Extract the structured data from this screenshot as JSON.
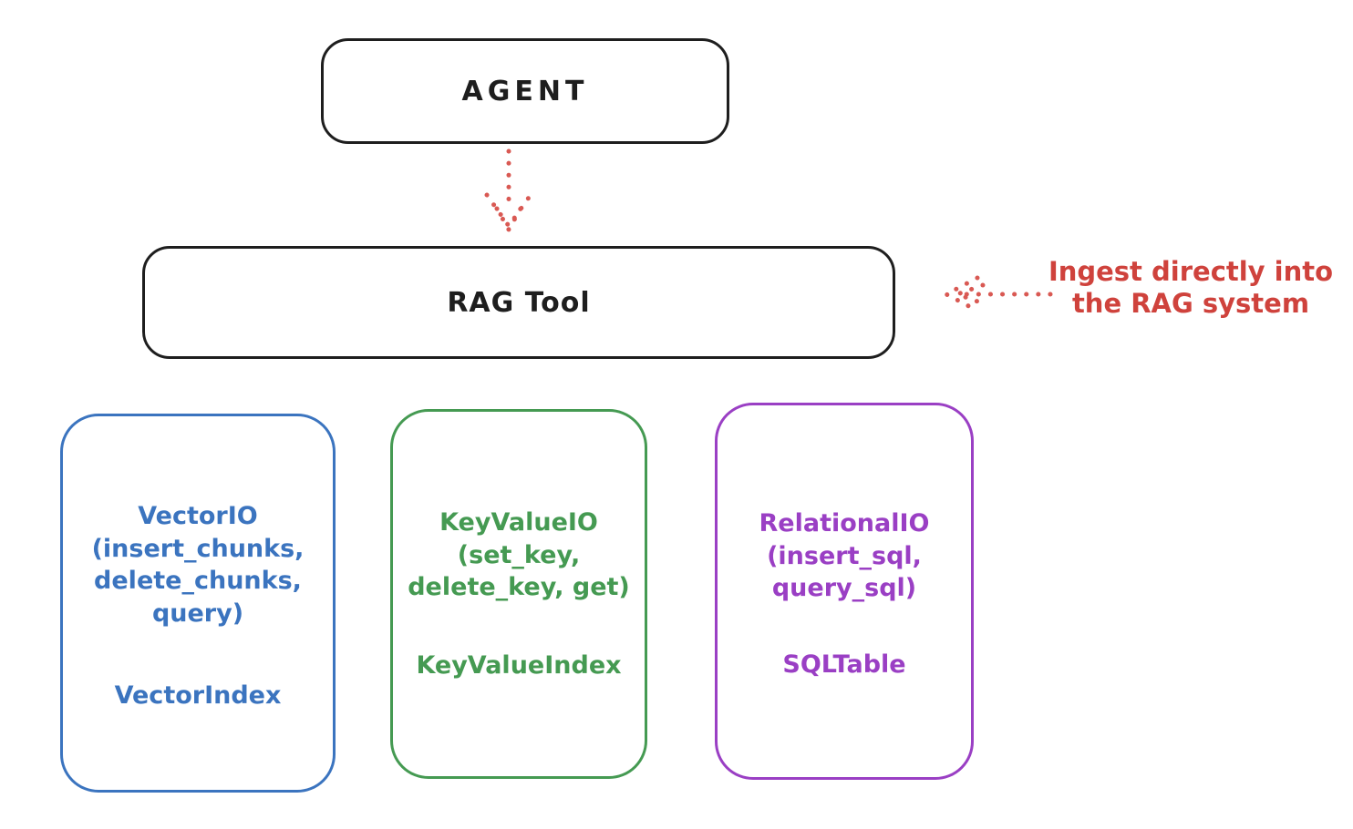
{
  "canvas": {
    "background": "#ffffff"
  },
  "nodes": {
    "agent": {
      "label": "AGENT",
      "stroke": "#1e1e1e"
    },
    "rag_tool": {
      "label": "RAG Tool",
      "stroke": "#1e1e1e"
    }
  },
  "storage_boxes": [
    {
      "id": "vector-io",
      "body": "VectorIO\n(insert_chunks,\ndelete_chunks,\nquery)",
      "footer": "VectorIndex",
      "color": "#3b74bf"
    },
    {
      "id": "key-value-io",
      "body": "KeyValueIO\n(set_key,\ndelete_key, get)",
      "footer": "KeyValueIndex",
      "color": "#459a52"
    },
    {
      "id": "relational-io",
      "body": "RelationalIO\n(insert_sql,\nquery_sql)",
      "footer": "SQLTable",
      "color": "#9a3fc4"
    }
  ],
  "annotation": {
    "text": "Ingest directly into\nthe RAG system",
    "color": "#cf423c"
  },
  "arrows": {
    "color": "#d95953",
    "agent_to_rag_tool": "dotted, pointing down",
    "ingest_into_rag": "dotted, pointing left at RAG Tool"
  }
}
